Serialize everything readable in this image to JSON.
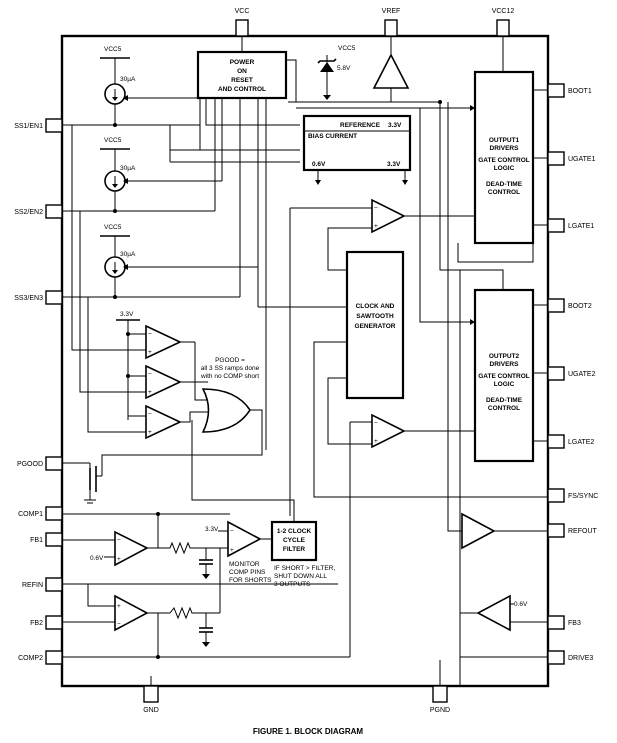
{
  "caption": "FIGURE 1.  BLOCK DIAGRAM",
  "pins": {
    "vcc": "VCC",
    "vref": "VREF",
    "vcc12": "VCC12",
    "ss1": "SS1/EN1",
    "ss2": "SS2/EN2",
    "ss3": "SS3/EN3",
    "pgood": "PGOOD",
    "comp1": "COMP1",
    "fb1": "FB1",
    "refin": "REFIN",
    "fb2": "FB2",
    "comp2": "COMP2",
    "boot1": "BOOT1",
    "ugate1": "UGATE1",
    "lgate1": "LGATE1",
    "boot2": "BOOT2",
    "ugate2": "UGATE2",
    "lgate2": "LGATE2",
    "fssync": "FS/SYNC",
    "refout": "REFOUT",
    "fb3": "FB3",
    "drive3": "DRIVE3",
    "gnd": "GND",
    "pgnd": "PGND"
  },
  "blocks": {
    "power": [
      "POWER",
      "ON",
      "RESET",
      "AND CONTROL"
    ],
    "reference": "REFERENCE",
    "ref_3v3": "3.3V",
    "bias": "BIAS CURRENT",
    "ref_0v6": "0.6V",
    "ref_3v3b": "3.3V",
    "clock": [
      "CLOCK AND",
      "SAWTOOTH",
      "GENERATOR"
    ],
    "out1": [
      "OUTPUT1",
      "DRIVERS",
      "",
      "GATE CONTROL",
      "LOGIC",
      "",
      "DEAD-TIME",
      "CONTROL"
    ],
    "out2": [
      "OUTPUT2",
      "DRIVERS",
      "",
      "GATE CONTROL",
      "LOGIC",
      "",
      "DEAD-TIME",
      "CONTROL"
    ],
    "filter": [
      "1-2 CLOCK",
      "CYCLE",
      "FILTER"
    ]
  },
  "labels": {
    "vcc5_top": "VCC5",
    "zener_v": "5.8V",
    "vcc5_z": "VCC5",
    "vcc5_1": "VCC5",
    "ua_1": "30µA",
    "vcc5_2": "VCC5",
    "ua_2": "30µA",
    "vcc5_3": "VCC5",
    "ua_3": "30µA",
    "v33_pg": "3.3V",
    "pgood_note": [
      "PGOOD =",
      "all 3 SS ramps done",
      "with no COMP short"
    ],
    "v06_fb1": "0.6V",
    "v33_mon": "3.3V",
    "monitor": [
      "MONITOR",
      "COMP PINS",
      "FOR SHORTS"
    ],
    "short_note": [
      "IF SHORT > FILTER,",
      "SHUT DOWN ALL",
      "3 OUTPUTS"
    ],
    "v06_fb3": "0.6V"
  },
  "icons": [
    "current-source-icon",
    "zener-diode-icon",
    "op-amp-icon",
    "or-gate-icon",
    "mosfet-icon",
    "resistor-icon",
    "capacitor-icon",
    "ground-icon"
  ]
}
